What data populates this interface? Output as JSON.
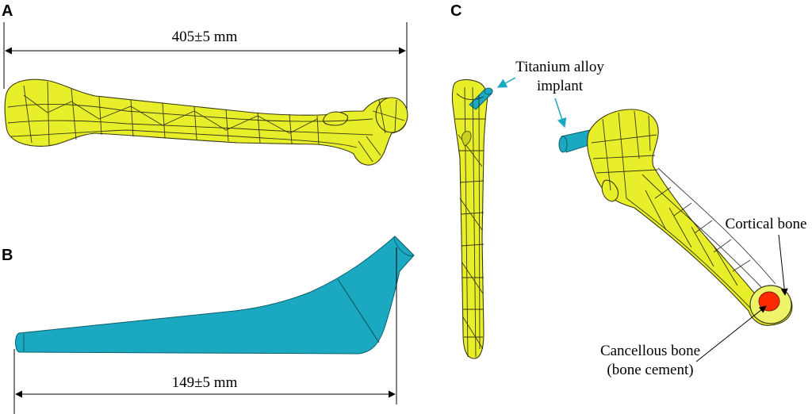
{
  "panels": {
    "a": {
      "letter": "A",
      "dimension": "405±5 mm"
    },
    "b": {
      "letter": "B",
      "dimension": "149±5 mm"
    },
    "c": {
      "letter": "C",
      "implant_label_line1": "Titanium alloy",
      "implant_label_line2": "implant",
      "cortical_label": "Cortical bone",
      "cancellous_label_line1": "Cancellous bone",
      "cancellous_label_line2": "(bone cement)"
    }
  },
  "colors": {
    "bone": "#e8ef2a",
    "implant": "#1aa9c0",
    "cancellous": "#ff2a00"
  }
}
